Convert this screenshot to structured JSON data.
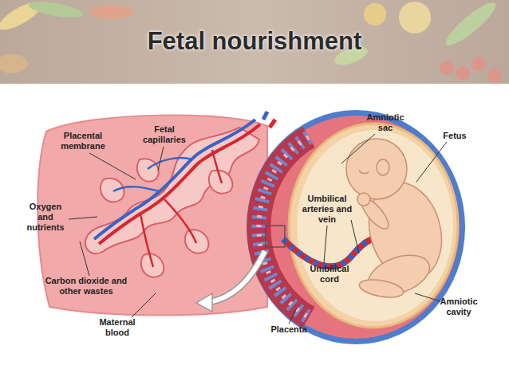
{
  "diagram": {
    "title": "Fetal nourishment",
    "labels": [
      "Fetal capillaries",
      "Placental membrane",
      "Oxygen and nutrients",
      "Carbon dioxide and other wastes",
      "Maternal blood",
      "Amniotic sac",
      "Fetus",
      "Umbilical arteries and vein",
      "Umbilical cord",
      "Amniotic cavity",
      "Placenta"
    ]
  }
}
